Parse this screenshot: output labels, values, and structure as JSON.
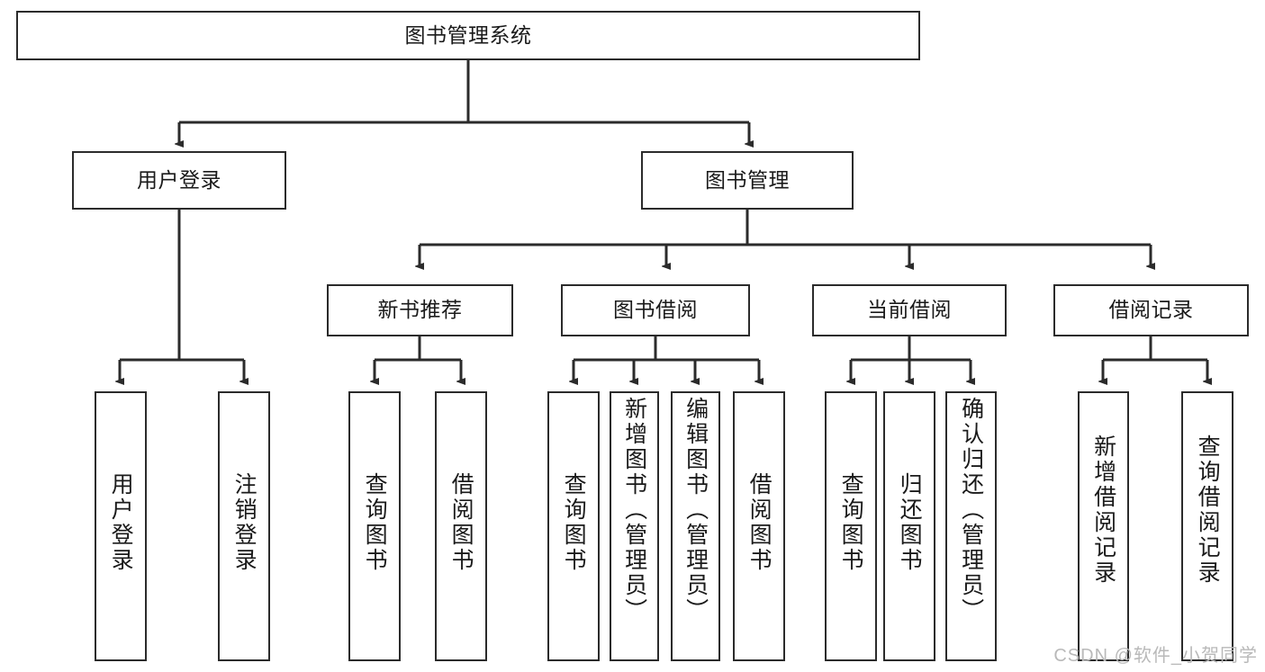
{
  "diagram": {
    "title": "图书管理系统",
    "type": "hierarchy-tree",
    "orientation": "top-down",
    "watermark": "CSDN @软件_小贺同学",
    "colors": {
      "box_border": "#2b2b2b",
      "box_fill": "#ffffff",
      "edge": "#2b2b2b",
      "text": "#1a1a1a",
      "watermark": "#b9b9b9",
      "background": "#ffffff"
    }
  },
  "nodes": {
    "root": {
      "label": "图书管理系统"
    },
    "level2": [
      {
        "id": "user-login",
        "label": "用户登录"
      },
      {
        "id": "book-manage",
        "label": "图书管理"
      }
    ],
    "level3": [
      {
        "id": "new-book-recommend",
        "label": "新书推荐"
      },
      {
        "id": "book-borrow",
        "label": "图书借阅"
      },
      {
        "id": "current-borrow",
        "label": "当前借阅"
      },
      {
        "id": "borrow-record",
        "label": "借阅记录"
      }
    ],
    "leaves": {
      "user-login": [
        {
          "id": "leaf-user-login",
          "label": "用户登录"
        },
        {
          "id": "leaf-logout-login",
          "label": "注销登录"
        }
      ],
      "new-book-recommend": [
        {
          "id": "leaf-query-book-1",
          "label": "查询图书"
        },
        {
          "id": "leaf-borrow-book-1",
          "label": "借阅图书"
        }
      ],
      "book-borrow": [
        {
          "id": "leaf-query-book-2",
          "label": "查询图书"
        },
        {
          "id": "leaf-add-book",
          "label": "新增图书（管理员）"
        },
        {
          "id": "leaf-edit-book",
          "label": "编辑图书（管理员）"
        },
        {
          "id": "leaf-borrow-book-2",
          "label": "借阅图书"
        }
      ],
      "current-borrow": [
        {
          "id": "leaf-query-book-3",
          "label": "查询图书"
        },
        {
          "id": "leaf-return-book",
          "label": "归还图书"
        },
        {
          "id": "leaf-confirm-return",
          "label": "确认归还（管理员）"
        }
      ],
      "borrow-record": [
        {
          "id": "leaf-add-record",
          "label": "新增借阅记录"
        },
        {
          "id": "leaf-query-record",
          "label": "查询借阅记录"
        }
      ]
    }
  }
}
